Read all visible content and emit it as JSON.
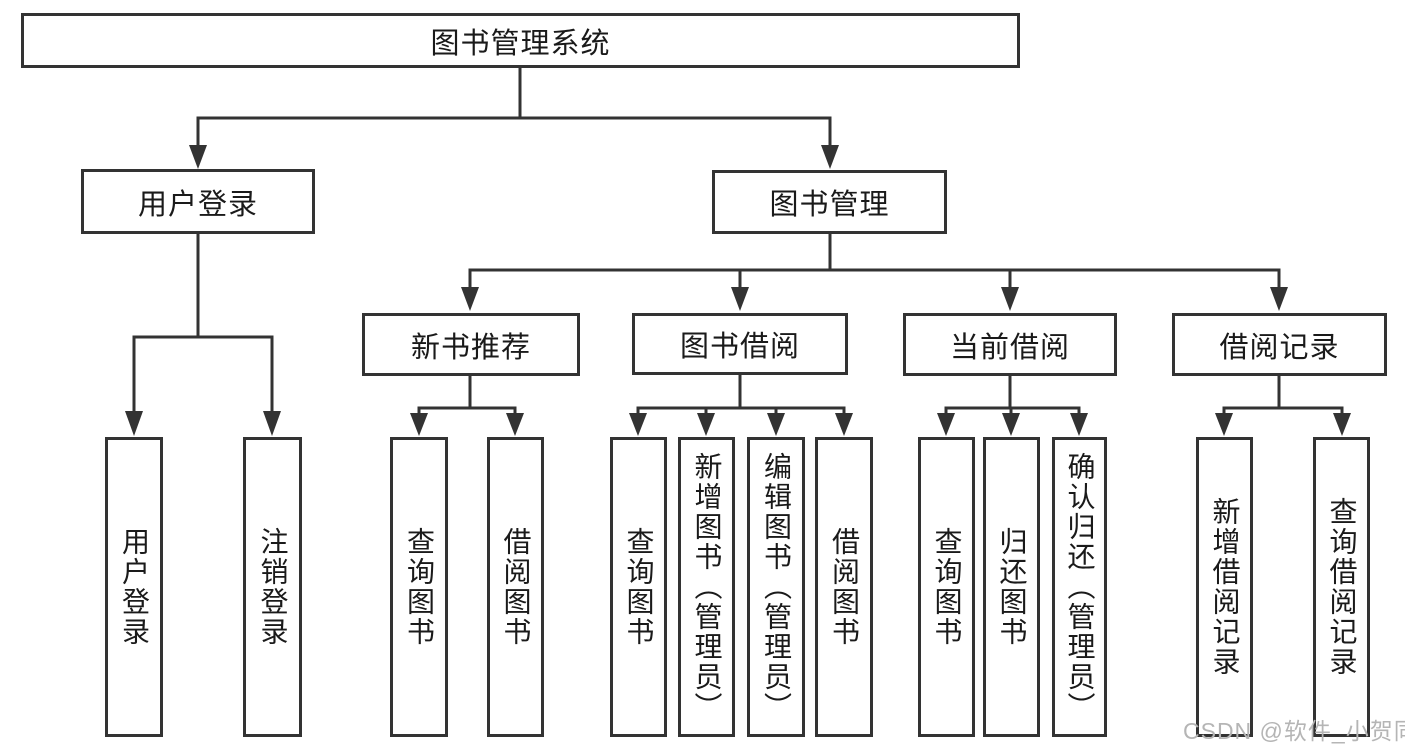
{
  "tree": {
    "root": {
      "label": "图书管理系统"
    },
    "user_login": {
      "label": "用户登录",
      "children": {
        "login": "用户登录",
        "logout": "注销登录"
      }
    },
    "book_management": {
      "label": "图书管理"
    },
    "new_book_recommend": {
      "label": "新书推荐",
      "children": {
        "query_books": "查询图书",
        "borrow_books": "借阅图书"
      }
    },
    "book_borrowing": {
      "label": "图书借阅",
      "children": {
        "query_books": "查询图书",
        "add_books": "新增图书（管理员）",
        "edit_books": "编辑图书（管理员）",
        "borrow_books": "借阅图书"
      }
    },
    "current_borrowing": {
      "label": "当前借阅",
      "children": {
        "query_books": "查询图书",
        "return_books": "归还图书",
        "confirm_return": "确认归还（管理员）"
      }
    },
    "borrowing_records": {
      "label": "借阅记录",
      "children": {
        "add_record": "新增借阅记录",
        "query_record": "查询借阅记录"
      }
    }
  },
  "watermark": "CSDN @软件_小贺同学",
  "colors": {
    "line": "#333333",
    "text": "#1a1a1a",
    "box_background": "#ffffff",
    "watermark": "#b5b5b5",
    "background": "#ffffff"
  }
}
